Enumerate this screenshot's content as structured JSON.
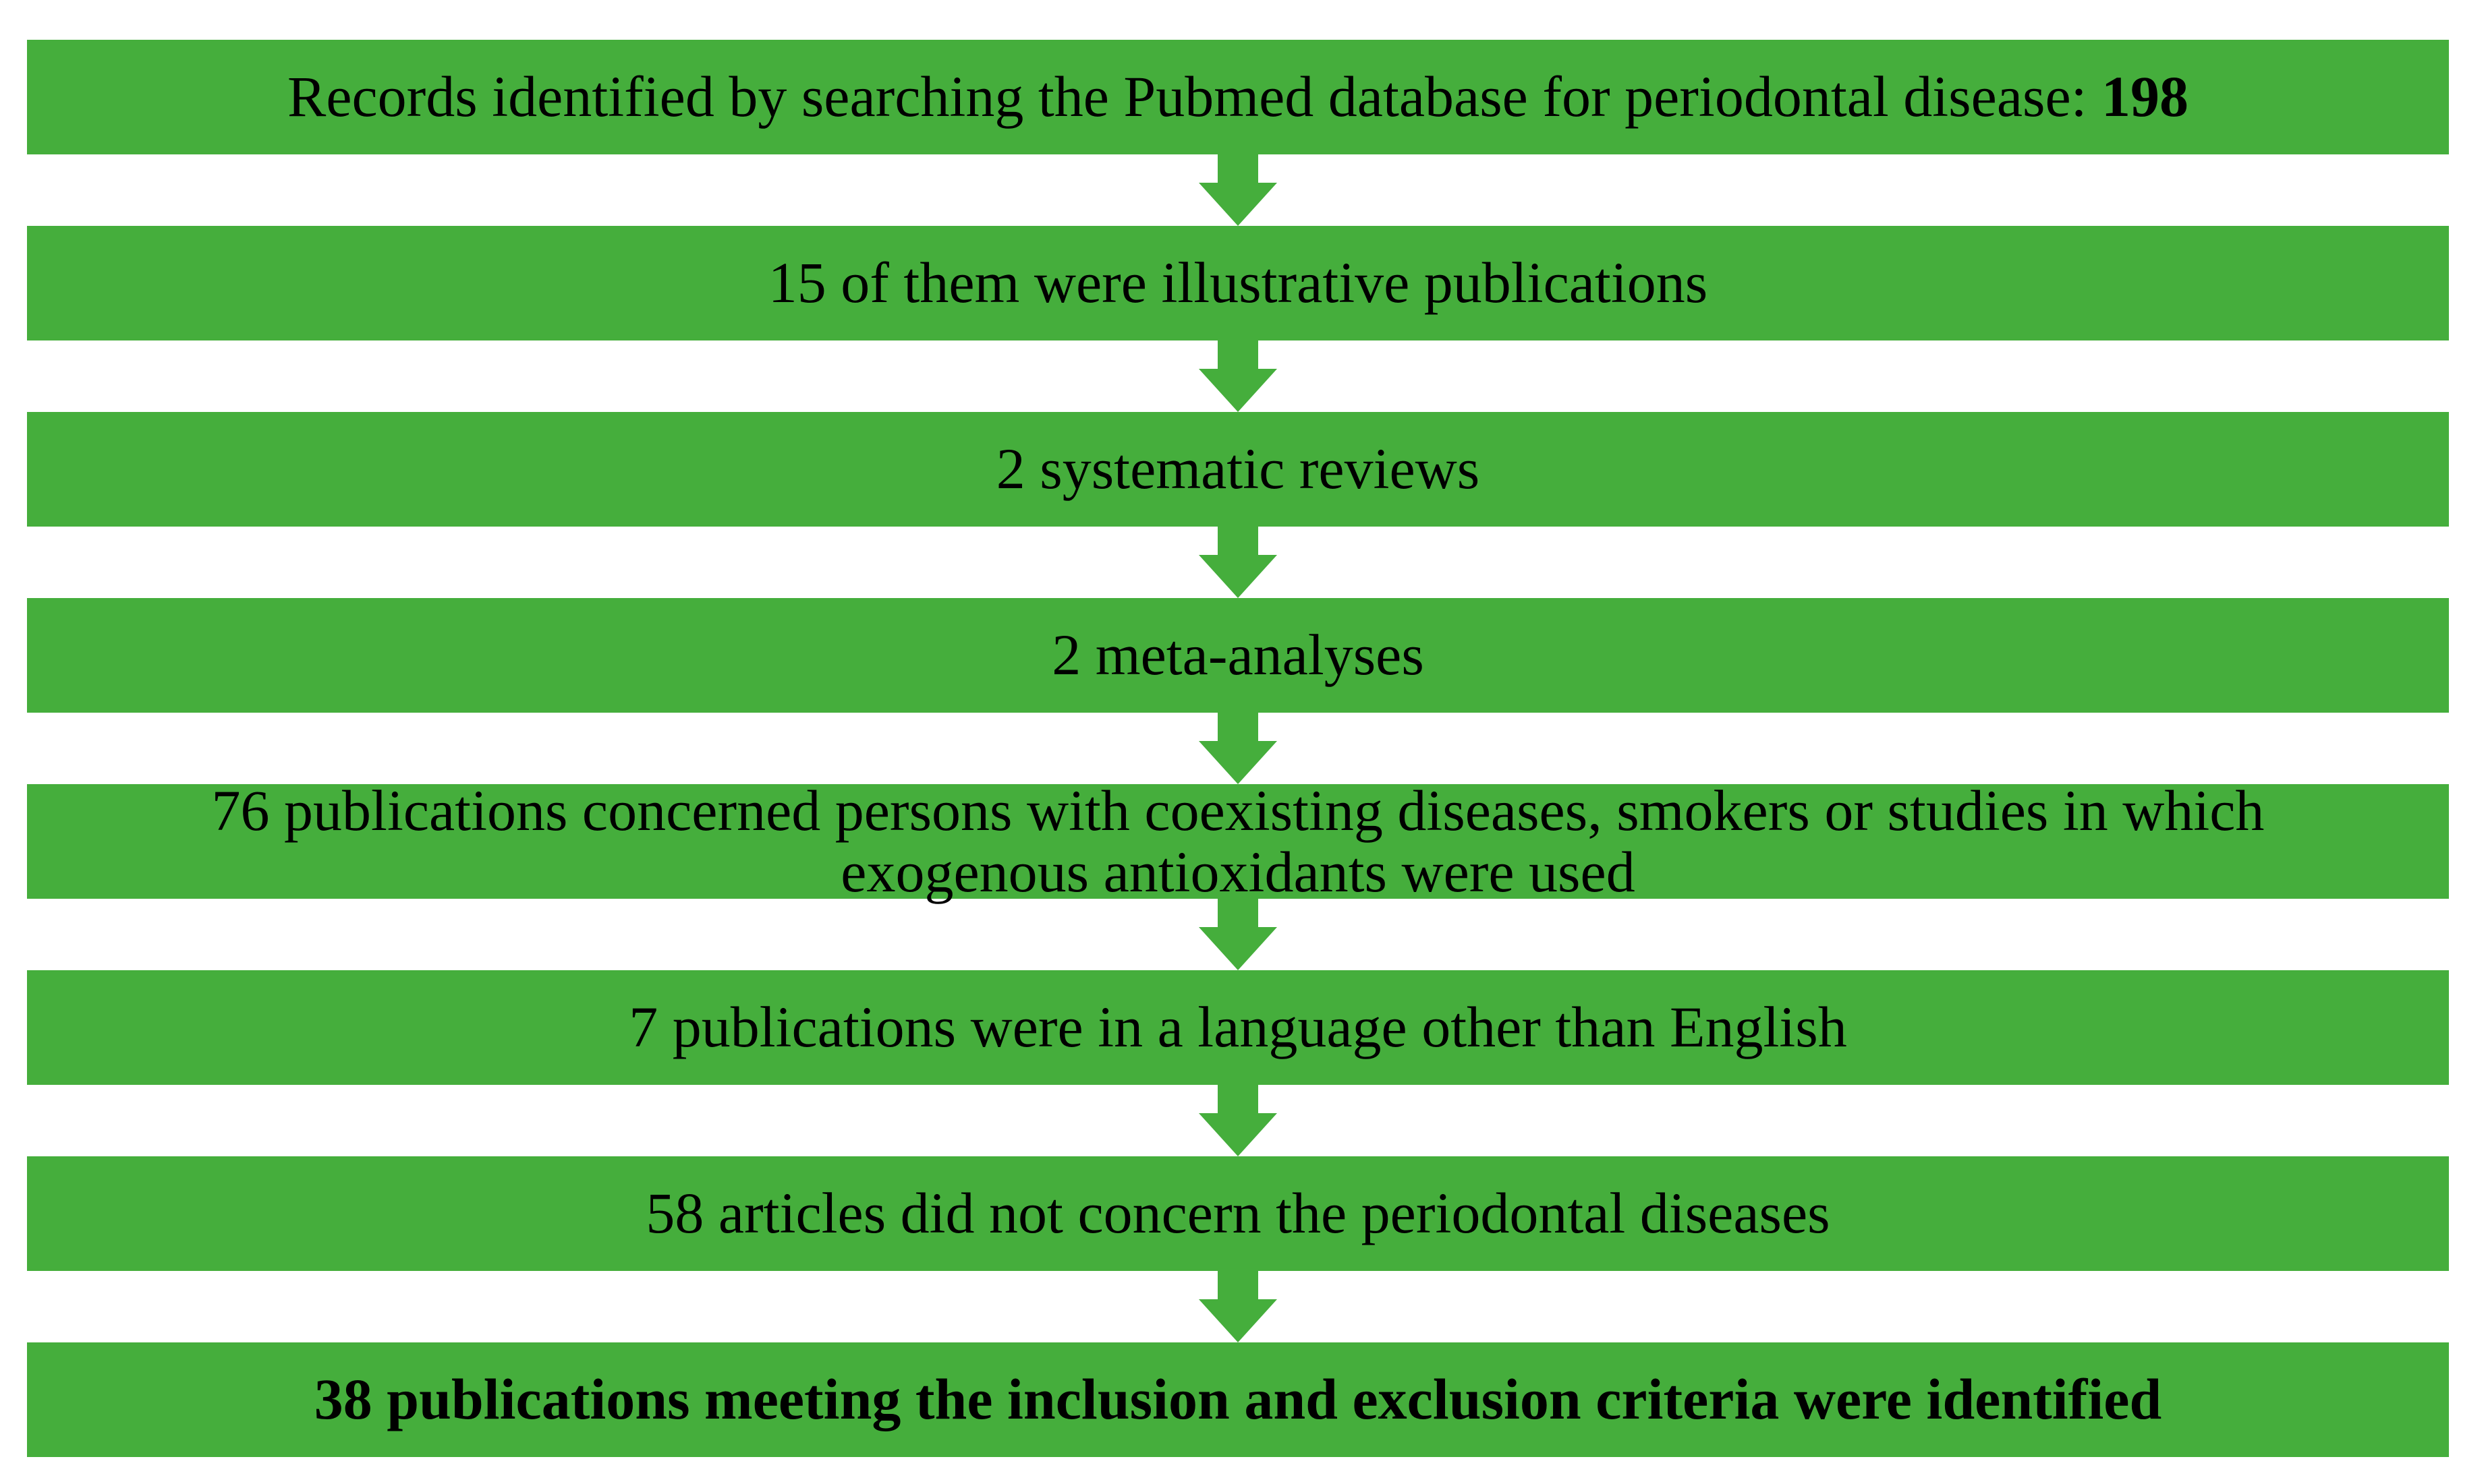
{
  "figure": {
    "type": "flowchart",
    "direction": "top-to-bottom",
    "colors": {
      "bar_green": "#45AE3C",
      "arrow_green": "#45AE3C",
      "text": "#000000",
      "background": "#FFFFFF"
    },
    "icons": {
      "connector": "down-arrow-icon"
    },
    "steps": [
      {
        "text": "Records identified by searching the Pubmed database for periodontal disease: ",
        "number": "198"
      },
      {
        "text": "15 of them were illustrative publications"
      },
      {
        "text": "2 systematic reviews"
      },
      {
        "text": "2 meta-analyses"
      },
      {
        "text": "76 publications concerned persons with coexisting diseases, smokers or studies in which exogenous antioxidants were used",
        "lines": [
          "76 publications concerned persons with coexisting diseases, smokers or studies in which",
          "exogenous antioxidants were used"
        ]
      },
      {
        "text": "7 publications were in a language other than English"
      },
      {
        "text": "58 articles did not concern the periodontal diseases"
      },
      {
        "text": "38 publications meeting the inclusion and exclusion criteria were identified",
        "bold": true
      }
    ]
  }
}
